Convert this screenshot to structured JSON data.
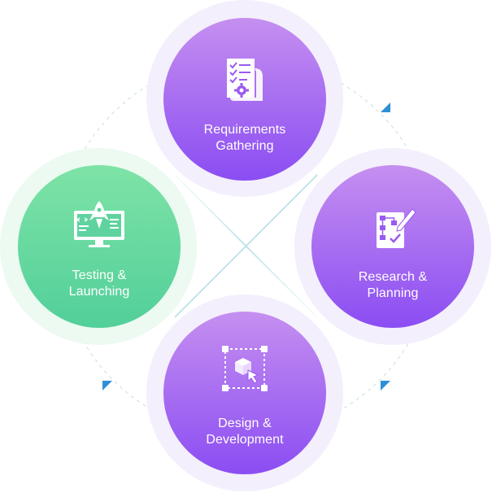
{
  "steps": [
    {
      "label_line1": "Requirements",
      "label_line2": "Gathering",
      "icon": "document-gear-icon"
    },
    {
      "label_line1": "Research &",
      "label_line2": "Planning",
      "icon": "flowchart-pencil-icon"
    },
    {
      "label_line1": "Design &",
      "label_line2": "Development",
      "icon": "box-cursor-icon"
    },
    {
      "label_line1": "Testing &",
      "label_line2": "Launching",
      "icon": "monitor-rocket-icon"
    }
  ],
  "colors": {
    "purple_top": "#c58ff0",
    "purple_bottom": "#8b4df2",
    "green_top": "#7ee3a6",
    "green_bottom": "#52cf9a",
    "purple_halo": "#f4effc",
    "green_halo": "#ecfaf1",
    "connector": "#cfe7ea",
    "arrow": "#2f8fd6"
  }
}
